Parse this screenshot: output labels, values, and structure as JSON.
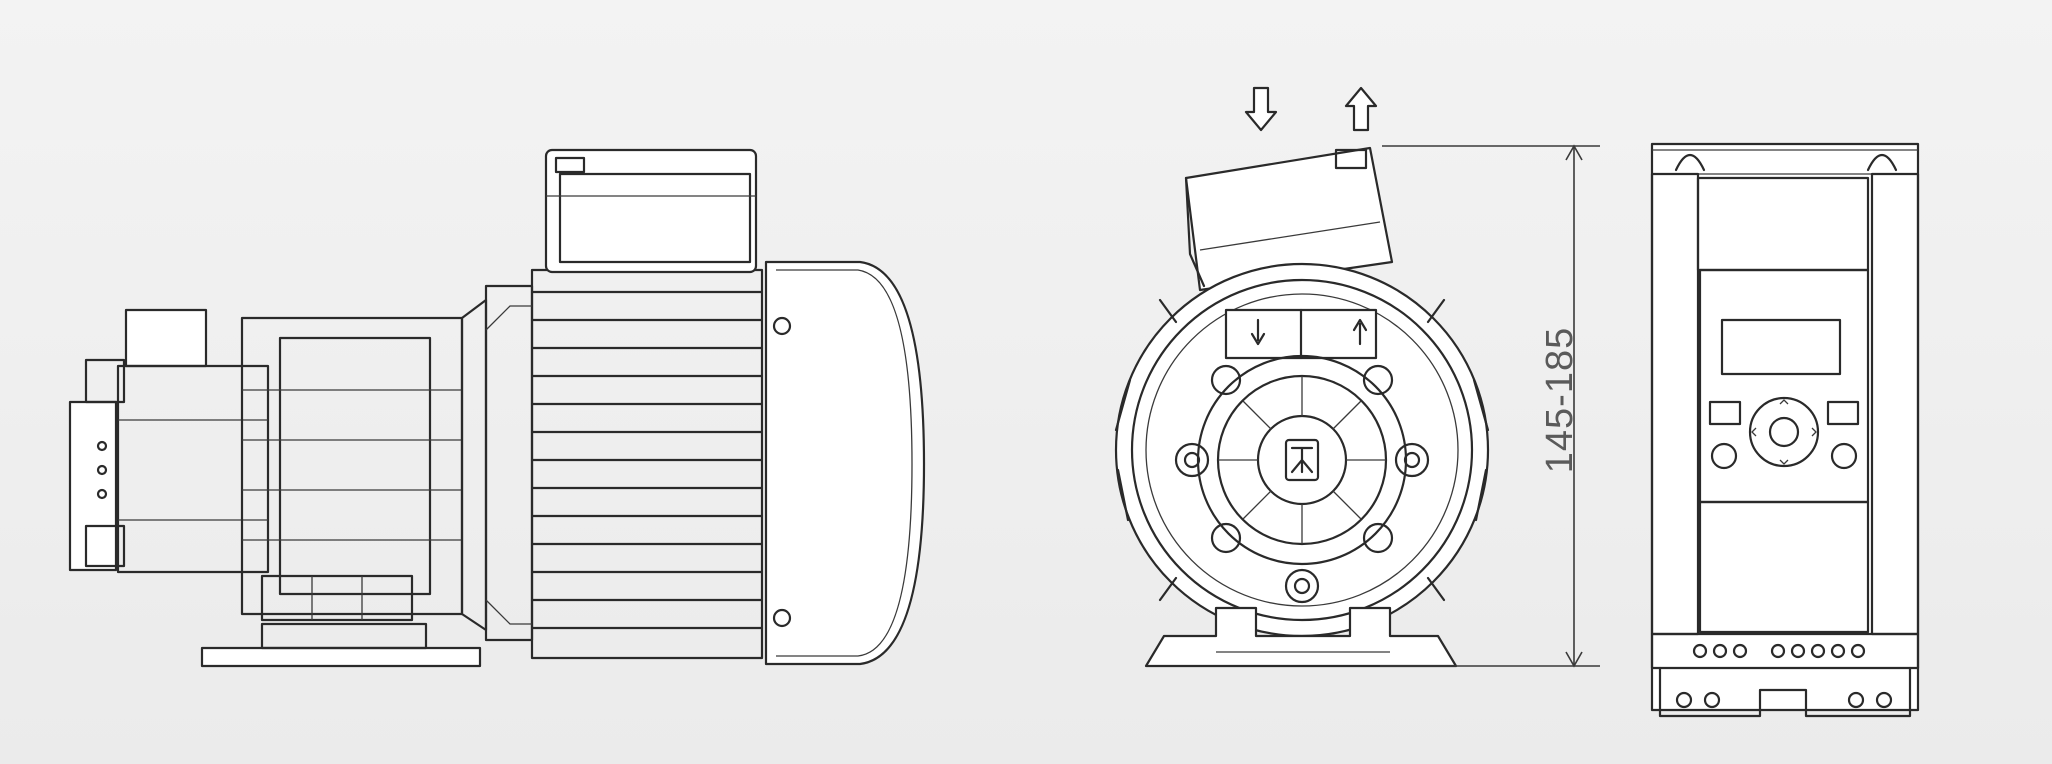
{
  "drawing": {
    "dimension_label": "145-185",
    "views": [
      "pump-side-view",
      "motor-front-view",
      "controller-front-view"
    ]
  },
  "colors": {
    "background": "#eeeeee",
    "line": "#2a2a2a",
    "dimension_text": "#5a5a5a"
  },
  "icons": {
    "inlet_arrow": "down-arrow-icon",
    "outlet_arrow": "up-arrow-icon",
    "logo": "brand-logo-icon"
  }
}
